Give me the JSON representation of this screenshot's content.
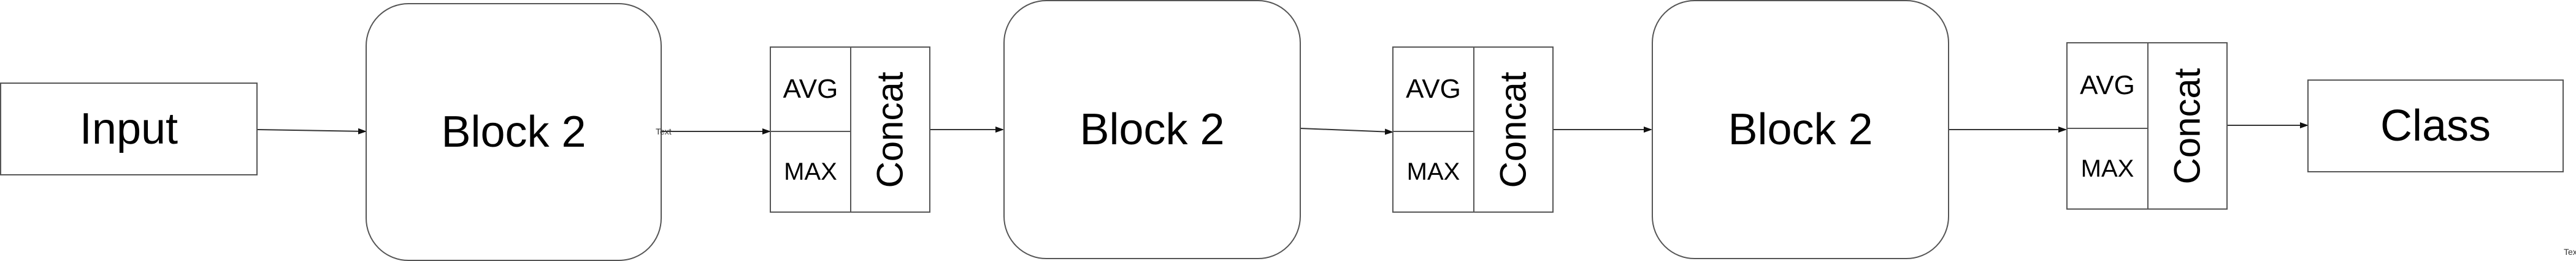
{
  "nodes": {
    "input": "Input",
    "block_1": "Block 2",
    "block_2": "Block 2",
    "block_3": "Block 2",
    "class": "Class",
    "pool_1": {
      "avg": "AVG",
      "max": "MAX",
      "concat": "Concat"
    },
    "pool_2": {
      "avg": "AVG",
      "max": "MAX",
      "concat": "Concat"
    },
    "pool_3": {
      "avg": "AVG",
      "max": "MAX",
      "concat": "Concat"
    }
  },
  "edge_labels": {
    "text_1": "Text"
  },
  "corner_label": "Text",
  "colors": {
    "stroke": "#555555",
    "background": "#ffffff"
  }
}
